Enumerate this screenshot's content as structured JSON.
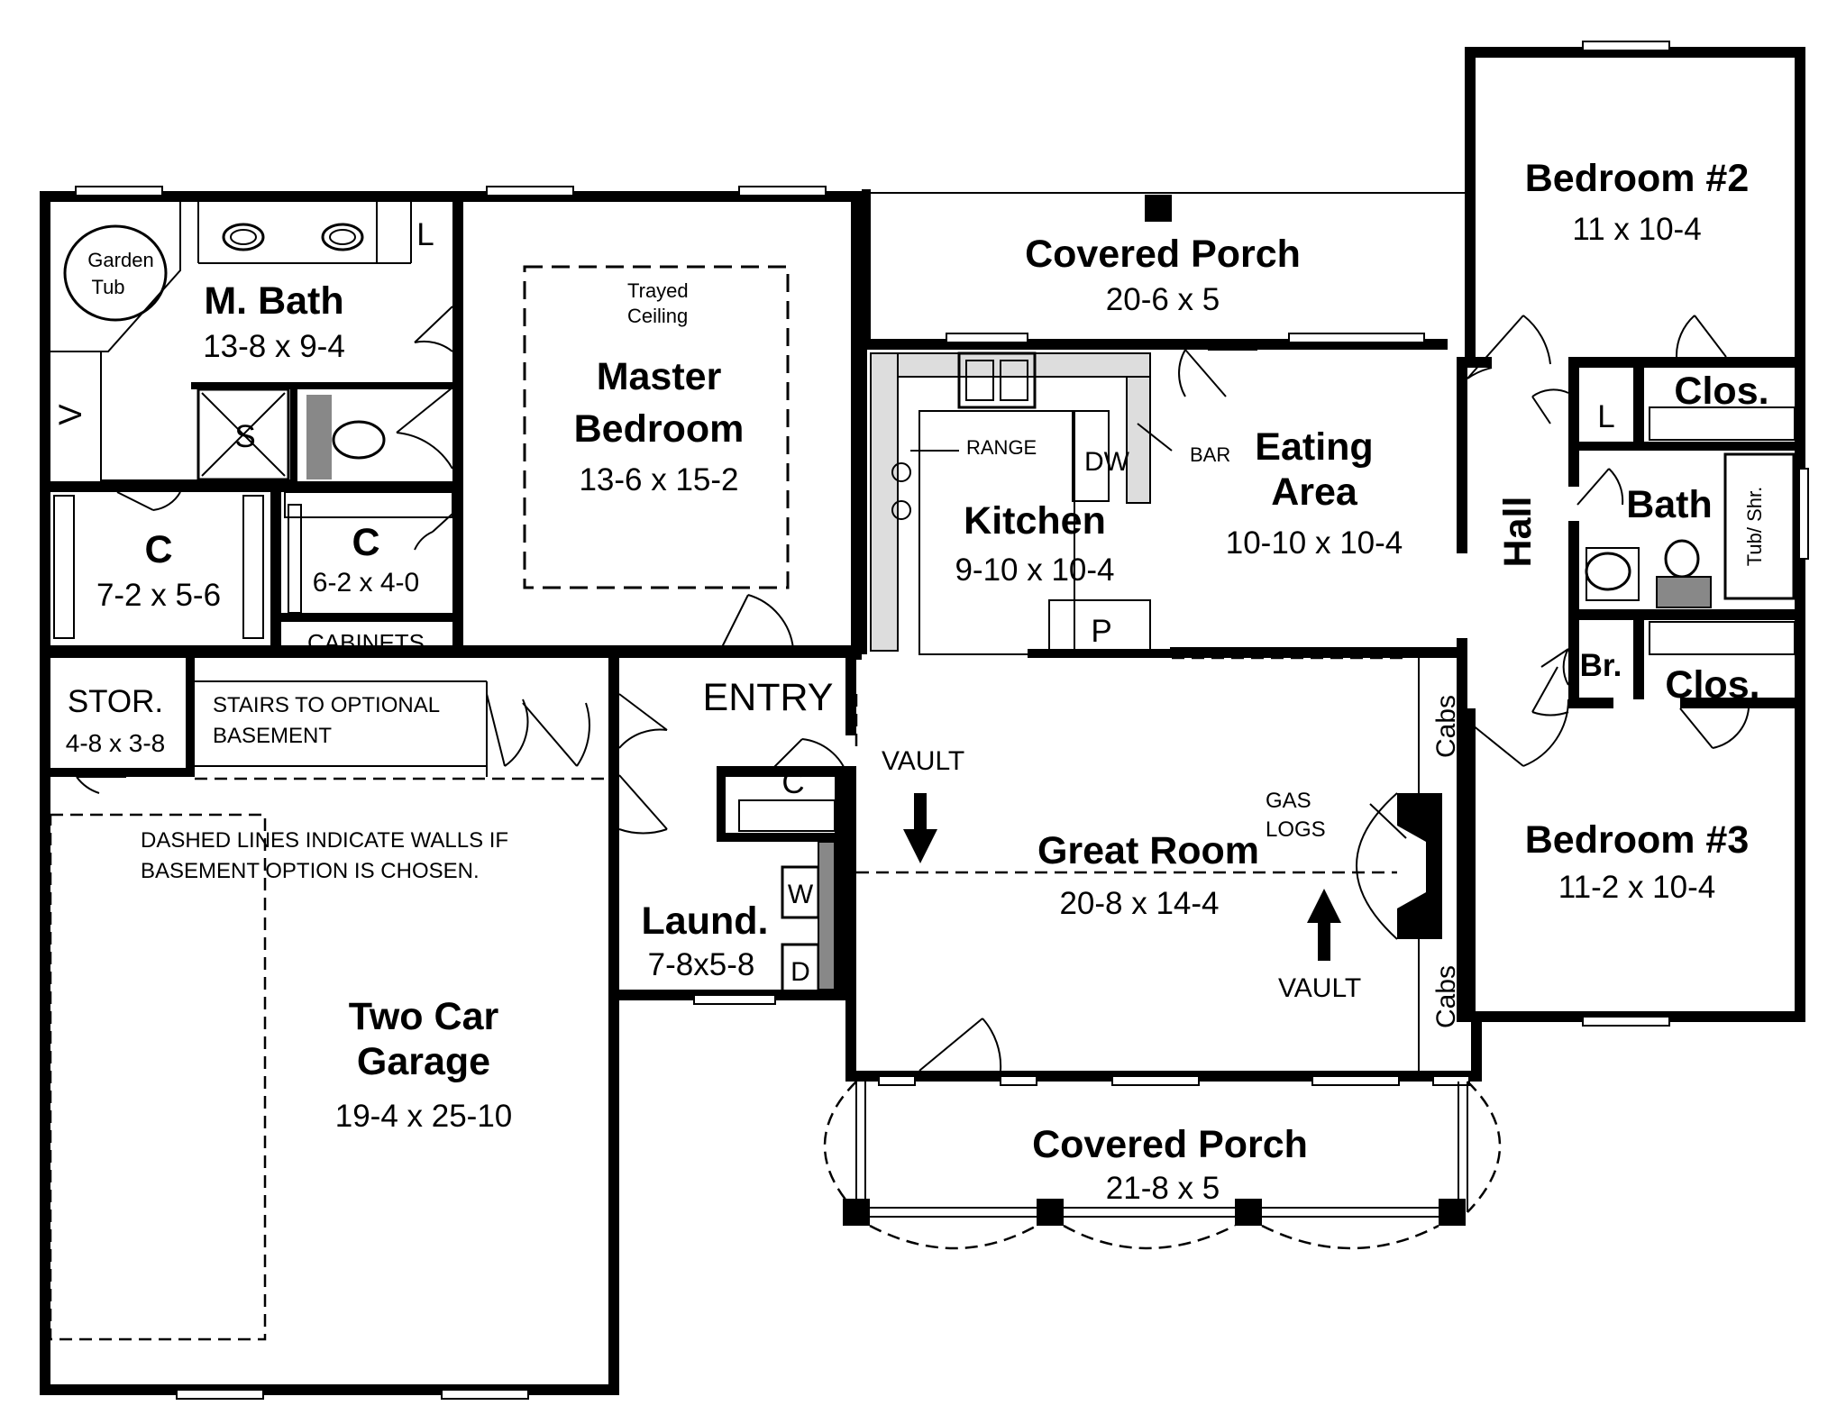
{
  "plan": {
    "rooms": {
      "m_bath": {
        "name": "M. Bath",
        "dim": "13-8 x 9-4"
      },
      "master_bedroom": {
        "name1": "Master",
        "name2": "Bedroom",
        "dim": "13-6 x 15-2"
      },
      "covered_porch_rear": {
        "name": "Covered Porch",
        "dim": "20-6 x 5"
      },
      "bedroom2": {
        "name": "Bedroom #2",
        "dim": "11 x 10-4"
      },
      "eating_area": {
        "name1": "Eating",
        "name2": "Area",
        "dim": "10-10 x 10-4"
      },
      "kitchen": {
        "name": "Kitchen",
        "dim": "9-10 x 10-4"
      },
      "hall": {
        "name": "Hall"
      },
      "bath": {
        "name": "Bath"
      },
      "clos_top": {
        "name": "Clos."
      },
      "clos_bottom": {
        "name": "Clos."
      },
      "br": {
        "name": "Br."
      },
      "closet_c1": {
        "name": "C",
        "dim": "7-2 x 5-6"
      },
      "closet_c2": {
        "name": "C",
        "dim": "6-2 x 4-0"
      },
      "stor": {
        "name": "STOR.",
        "dim": "4-8 x 3-8"
      },
      "entry": {
        "name": "ENTRY"
      },
      "entry_closet": {
        "name": "C"
      },
      "great_room": {
        "name": "Great Room",
        "dim": "20-8 x 14-4"
      },
      "bedroom3": {
        "name": "Bedroom #3",
        "dim": "11-2 x 10-4"
      },
      "laundry": {
        "name": "Laund.",
        "dim": "7-8x5-8"
      },
      "garage": {
        "name1": "Two Car",
        "name2": "Garage",
        "dim": "19-4 x 25-10"
      },
      "covered_porch_front": {
        "name": "Covered Porch",
        "dim": "21-8 x 5"
      }
    },
    "fixtures": {
      "garden_tub1": "Garden",
      "garden_tub2": "Tub",
      "linen_l": "L",
      "vanity_v": "V",
      "shower_s": "S",
      "hall_linen_l": "L",
      "tub_shr": "Tub/ Shr.",
      "dw": "DW",
      "pantry_p": "P",
      "washer_w": "W",
      "dryer_d": "D",
      "cabs_top": "Cabs",
      "cabs_bottom": "Cabs"
    },
    "notes": {
      "trayed1": "Trayed",
      "trayed2": "Ceiling",
      "range": "RANGE",
      "bar": "BAR",
      "cabinets": "CABINETS",
      "stairs1": "STAIRS TO OPTIONAL",
      "stairs2": "BASEMENT",
      "dashed1": "DASHED LINES INDICATE WALLS IF",
      "dashed2": "BASEMENT OPTION IS CHOSEN.",
      "vault_left": "VAULT",
      "vault_right": "VAULT",
      "gas1": "GAS",
      "gas2": "LOGS"
    }
  }
}
